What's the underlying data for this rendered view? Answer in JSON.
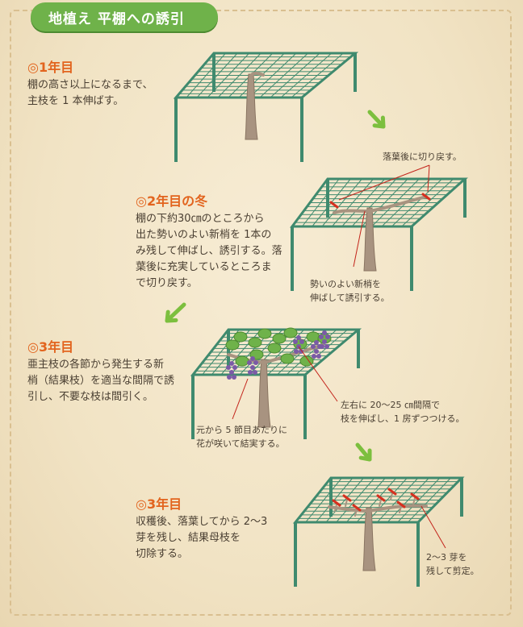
{
  "header": {
    "title": "地植え 平棚への誘引"
  },
  "steps": [
    {
      "heading": "◎1年目",
      "body": "棚の高さ以上になるまで、\n主枝を 1 本伸ばす。"
    },
    {
      "heading": "◎2年目の冬",
      "body": "棚の下約30㎝のところから\n出た勢いのよい新梢を 1本の\nみ残して伸ばし、誘引する。落\n葉後に充実しているところま\nで切り戻す。",
      "notes": [
        "落葉後に切り戻す。",
        "勢いのよい新梢を\n伸ばして誘引する。"
      ]
    },
    {
      "heading": "◎3年目",
      "body": "亜主枝の各節から発生する新\n梢（結果枝）を適当な間隔で誘\n引し、不要な枝は間引く。",
      "notes": [
        "元から 5 節目あたりに\n花が咲いて結実する。",
        "左右に 20～25 ㎝間隔で\n枝を伸ばし、1 房ずつつける。"
      ]
    },
    {
      "heading": "◎3年目",
      "body": "収穫後、落葉してから 2～3\n芽を残し、結果母枝を\n切除する。",
      "notes": [
        "2～3 芽を\n残して剪定。"
      ]
    }
  ],
  "colors": {
    "accent": "#e2641e",
    "trellis": "#3f8a6e",
    "trunk": "#a89380",
    "leaf": "#6fb24a",
    "grape": "#7b5aa6",
    "cut_mark": "#d5301f",
    "arrow": "#7cbf3e"
  }
}
